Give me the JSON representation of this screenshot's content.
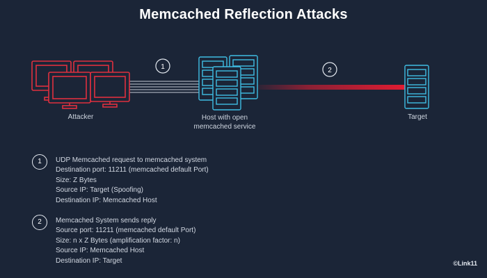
{
  "title": "Memcached Reflection Attacks",
  "nodes": {
    "attacker": "Attacker",
    "host": "Host with open memcached service",
    "target": "Target"
  },
  "steps": [
    {
      "number": "1",
      "lines": [
        "UDP Memcached request to memcached system",
        "Destination port: 11211 (memcached default Port)",
        "Size: Z Bytes",
        "Source IP: Target (Spoofing)",
        "Destination IP: Memcached Host"
      ]
    },
    {
      "number": "2",
      "lines": [
        "Memcached System sends reply",
        "Source port: 11211 (memcached default Port)",
        "Size: n x Z Bytes (amplification factor: n)",
        "Source IP: Memcached Host",
        "Destination IP: Target"
      ]
    }
  ],
  "copyright": "©Link11",
  "colors": {
    "background": "#1b2537",
    "attacker": "#e0303f",
    "server": "#3fbde3",
    "traffic_out": "#e31c32",
    "request_lines": "#c4ccd6"
  },
  "icons": {
    "attacker": "computer-monitor-icon",
    "host": "server-rack-icon",
    "target": "server-rack-icon"
  }
}
